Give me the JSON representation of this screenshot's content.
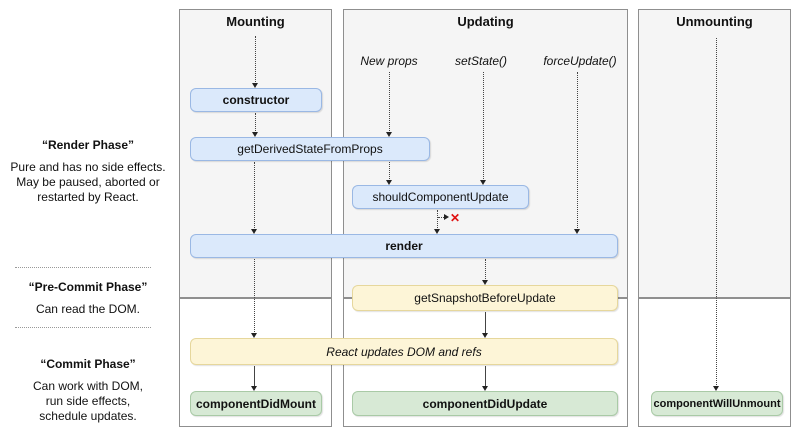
{
  "columns": {
    "mounting": {
      "title": "Mounting"
    },
    "updating": {
      "title": "Updating",
      "triggers": [
        "New props",
        "setState()",
        "forceUpdate()"
      ]
    },
    "unmounting": {
      "title": "Unmounting"
    }
  },
  "left_panel": {
    "render_phase": {
      "title": "“Render Phase”",
      "lines": [
        "Pure and has no side effects.",
        "May be paused, aborted or",
        "restarted by React."
      ]
    },
    "pre_commit_phase": {
      "title": "“Pre-Commit Phase”",
      "lines": [
        "Can read the DOM."
      ]
    },
    "commit_phase": {
      "title": "“Commit Phase”",
      "lines": [
        "Can work with DOM,",
        "run side effects,",
        "schedule updates."
      ]
    }
  },
  "nodes": {
    "constructor": "constructor",
    "get_derived_state_from_props": "getDerivedStateFromProps",
    "should_component_update": "shouldComponentUpdate",
    "render": "render",
    "get_snapshot_before_update": "getSnapshotBeforeUpdate",
    "react_updates_dom": "React updates DOM and refs",
    "component_did_mount": "componentDidMount",
    "component_did_update": "componentDidUpdate",
    "component_will_unmount": "componentWillUnmount"
  },
  "icons": {
    "update_blocked_x": "✕"
  },
  "colors": {
    "node_blue_fill": "#dbe9fb",
    "node_blue_border": "#9ab8e4",
    "node_yellow_fill": "#fdf5d7",
    "node_yellow_border": "#e6d79c",
    "node_green_fill": "#d7e9d5",
    "node_green_border": "#a9caa6",
    "panel_gray_fill": "#f5f5f5",
    "panel_border": "#8f8f8f",
    "blocked_x_red": "#e01010"
  }
}
